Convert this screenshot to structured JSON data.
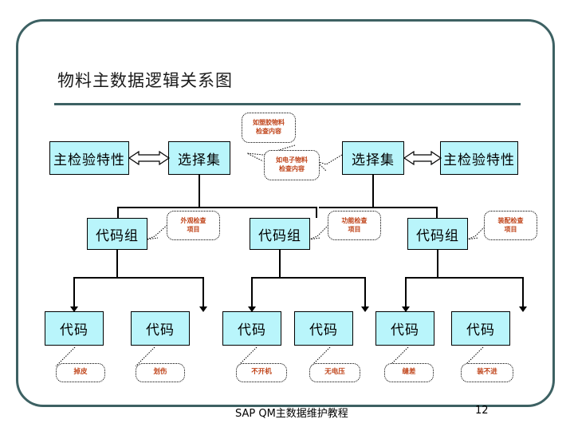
{
  "slide": {
    "title": "物料主数据逻辑关系图",
    "frame_color": "#3d6163",
    "box_fill": "#b9f5fb",
    "callout_text_color": "#c0451b"
  },
  "diagram": {
    "row_top": [
      {
        "label": "主检验特性",
        "name": "master-inspection-characteristic-left"
      },
      {
        "label": "选择集",
        "name": "selected-set-left"
      },
      {
        "label": "选择集",
        "name": "selected-set-right"
      },
      {
        "label": "主检验特性",
        "name": "master-inspection-characteristic-right"
      }
    ],
    "row_code_group": [
      {
        "label": "代码组",
        "name": "code-group-1"
      },
      {
        "label": "代码组",
        "name": "code-group-2"
      },
      {
        "label": "代码组",
        "name": "code-group-3"
      }
    ],
    "row_code": [
      {
        "label": "代码",
        "name": "code-1"
      },
      {
        "label": "代码",
        "name": "code-2"
      },
      {
        "label": "代码",
        "name": "code-3"
      },
      {
        "label": "代码",
        "name": "code-4"
      },
      {
        "label": "代码",
        "name": "code-5"
      },
      {
        "label": "代码",
        "name": "code-6"
      }
    ],
    "callouts_top": [
      {
        "line1": "如塑胶物料",
        "line2": "检查内容",
        "name": "callout-plastic-material"
      },
      {
        "line1": "如电子物料",
        "line2": "检查内容",
        "name": "callout-electronic-material"
      }
    ],
    "callouts_mid": [
      {
        "line1": "外观检查",
        "line2": "项目",
        "name": "callout-appearance-inspection"
      },
      {
        "line1": "功能检查",
        "line2": "项目",
        "name": "callout-function-inspection"
      },
      {
        "line1": "装配检查",
        "line2": "项目",
        "name": "callout-assembly-inspection"
      }
    ],
    "callouts_bottom": [
      {
        "label": "掉皮",
        "name": "callout-peeling"
      },
      {
        "label": "划伤",
        "name": "callout-scratch"
      },
      {
        "label": "不开机",
        "name": "callout-no-power-on"
      },
      {
        "label": "无电压",
        "name": "callout-no-voltage"
      },
      {
        "label": "缝差",
        "name": "callout-gap-deviation"
      },
      {
        "label": "装不进",
        "name": "callout-cannot-assemble"
      }
    ]
  },
  "footer": {
    "text": "SAP QM主数据维护教程",
    "page": "12"
  }
}
